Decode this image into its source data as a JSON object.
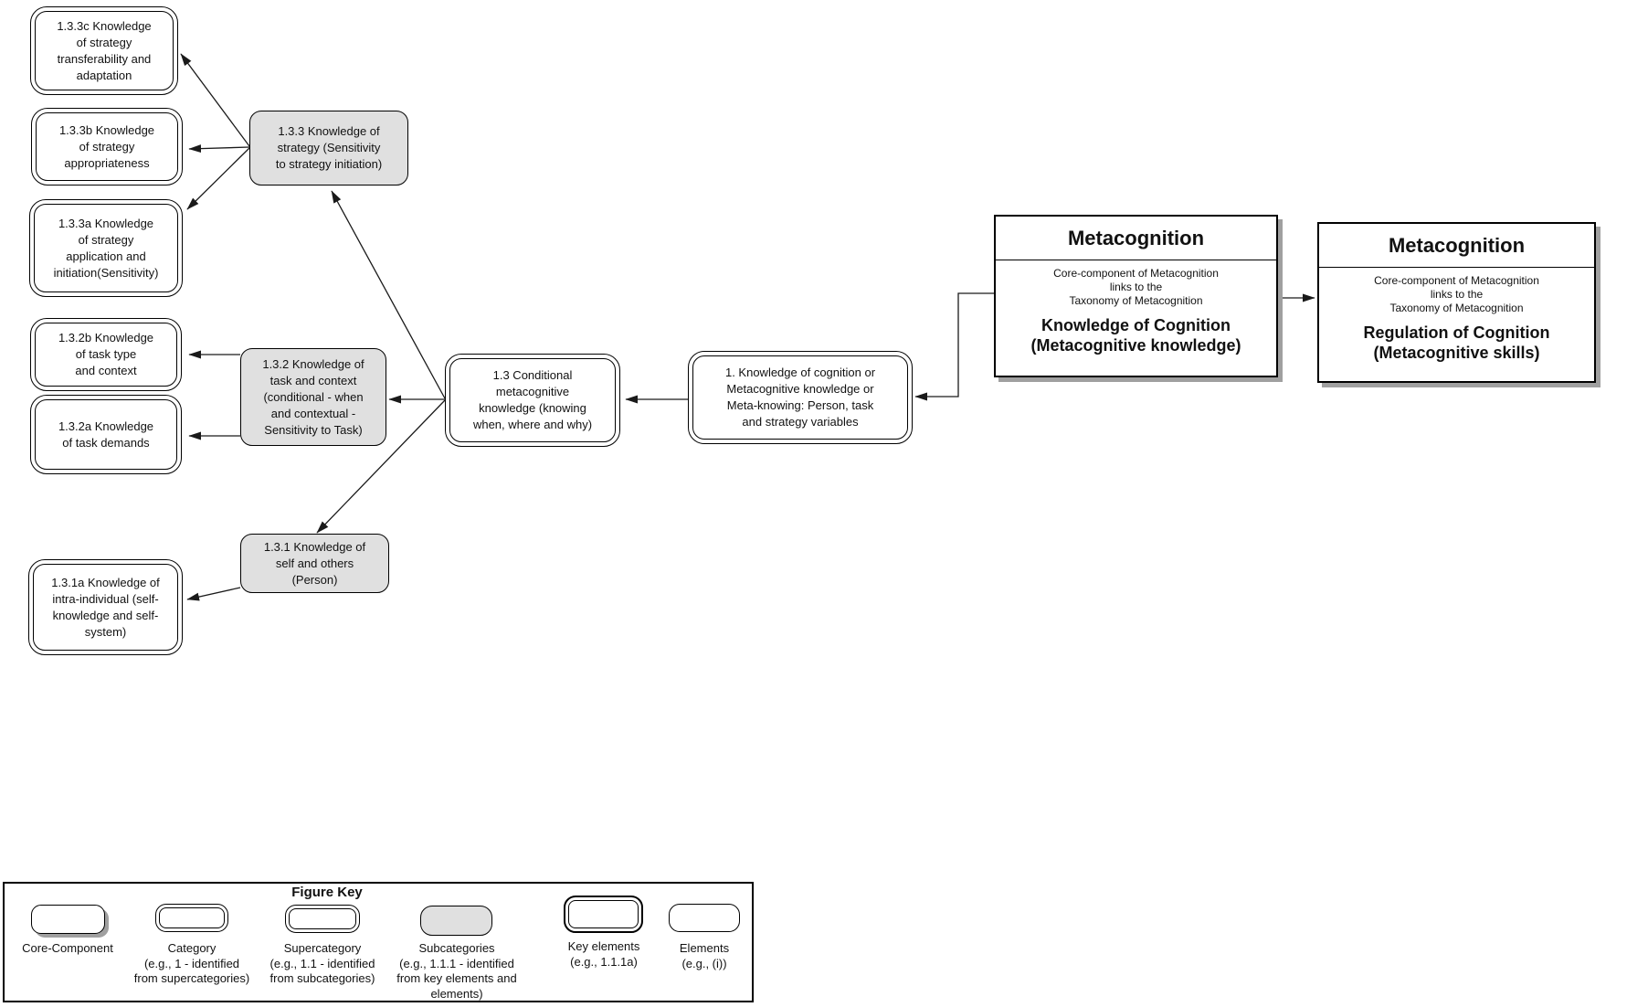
{
  "diagram": {
    "category_1": "1. Knowledge of cognition or\nMetacognitive knowledge or\nMeta-knowing: Person, task\nand strategy variables",
    "supercategory_1_3": "1.3 Conditional\nmetacognitive\nknowledge (knowing\nwhen, where and why)",
    "subcategories": {
      "s1_3_3": "1.3.3 Knowledge of\nstrategy (Sensitivity\nto strategy initiation)",
      "s1_3_2": "1.3.2 Knowledge of\ntask and context\n(conditional - when\nand contextual -\nSensitivity to Task)",
      "s1_3_1": "1.3.1 Knowledge of\nself and others\n(Person)"
    },
    "key_elements": {
      "s1_3_3c": "1.3.3c Knowledge\nof strategy\ntransferability and\nadaptation",
      "s1_3_3b": "1.3.3b Knowledge\nof strategy\nappropriateness",
      "s1_3_3a": "1.3.3a Knowledge\nof strategy\napplication and\ninitiation(Sensitivity)",
      "s1_3_2b": "1.3.2b Knowledge\nof task type\nand context",
      "s1_3_2a": "1.3.2a Knowledge\nof task demands",
      "s1_3_1a": "1.3.1a Knowledge of\nintra-individual (self-\nknowledge and self-\nsystem)"
    },
    "metacognition_knowledge": {
      "title": "Metacognition",
      "subtitle": "Core-component of Metacognition\nlinks to the\nTaxonomy of Metacognition",
      "emphasis": "Knowledge of Cognition\n(Metacognitive knowledge)"
    },
    "metacognition_regulation": {
      "title": "Metacognition",
      "subtitle": "Core-component of Metacognition\nlinks to the\nTaxonomy of Metacognition",
      "emphasis": "Regulation of Cognition\n(Metacognitive skills)"
    }
  },
  "figure_key": {
    "title": "Figure Key",
    "core_component": "Core-Component",
    "category": "Category\n(e.g., 1 - identified\nfrom supercategories)",
    "supercategory": "Supercategory\n(e.g., 1.1 - identified\nfrom subcategories)",
    "subcategories": "Subcategories\n(e.g., 1.1.1 - identified\nfrom key elements and\nelements)",
    "key_elements": "Key elements\n(e.g., 1.1.1a)",
    "elements": "Elements\n(e.g., (i))"
  },
  "colors": {
    "background": "#ffffff",
    "line": "#1a1a1a",
    "subcategory_fill": "#e0e0e0",
    "shadow": "#a0a0a0"
  }
}
